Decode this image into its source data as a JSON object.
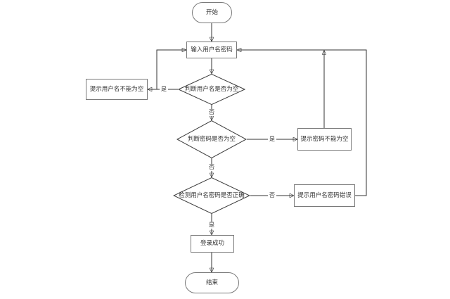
{
  "diagram": {
    "type": "flowchart",
    "nodes": {
      "start": "开始",
      "input_credentials": "输入用户名密码",
      "check_username_empty": "判断用户名是否为空",
      "prompt_username_empty": "提示用户名不能为空",
      "check_password_empty": "判断密码是否为空",
      "prompt_password_empty": "提示密码不能为空",
      "check_credentials_correct": "检测用户名密码是否正确",
      "prompt_credentials_error": "提示用户名密码错误",
      "login_success": "登录成功",
      "end": "结束"
    },
    "edge_labels": {
      "username_empty_yes": "是",
      "username_empty_no": "否",
      "password_empty_yes": "是",
      "password_empty_no": "否",
      "credentials_wrong_no": "否",
      "credentials_correct_yes": "是"
    },
    "colors": {
      "background": "#ffffff",
      "connector_line": "#333333",
      "decision_border": "#3a3a3a",
      "shape_border": "#7a7a7a",
      "text": "#333333"
    }
  }
}
